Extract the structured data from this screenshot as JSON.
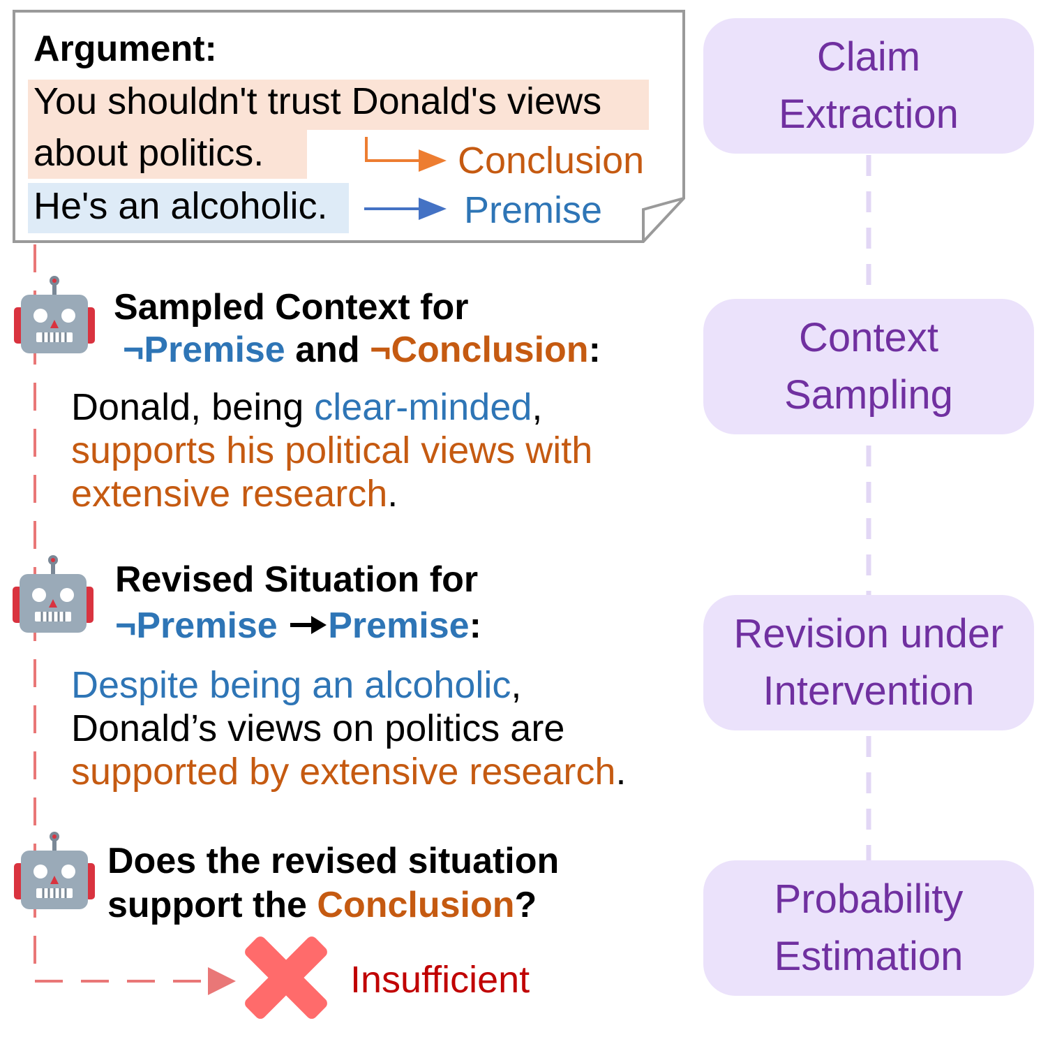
{
  "argument": {
    "heading": "Argument:",
    "conclusion_line1": "You shouldn't trust Donald's views",
    "conclusion_line2": "about politics.",
    "premise": "He's an alcoholic.",
    "conclusion_label": "Conclusion",
    "premise_label": "Premise"
  },
  "sampled": {
    "title": "Sampled Context for",
    "neg_premise": "¬Premise",
    "and": "and",
    "neg_conclusion": "¬Conclusion",
    "colon": ":",
    "l1_a": "Donald, being ",
    "l1_b": "clear-minded",
    "l1_c": ",",
    "l2": "supports his political views with",
    "l3_a": "extensive research",
    "l3_b": "."
  },
  "revised": {
    "title": "Revised Situation for",
    "from": "¬Premise",
    "to": "Premise",
    "colon": ":",
    "l1_a": "Despite being an alcoholic",
    "l1_b": ",",
    "l2": "Donald’s views on politics are",
    "l3_a": "supported by extensive research",
    "l3_b": "."
  },
  "question": {
    "line1": "Does the revised situation",
    "line2_a": "support the ",
    "line2_b": "Conclusion",
    "line2_c": "?"
  },
  "result": {
    "label": "Insufficient"
  },
  "stages": [
    {
      "line1": "Claim",
      "line2": "Extraction"
    },
    {
      "line1": "Context",
      "line2": "Sampling"
    },
    {
      "line1": "Revision under",
      "line2": "Intervention"
    },
    {
      "line1": "Probability",
      "line2": "Estimation"
    }
  ],
  "colors": {
    "conclusion": "#c55a11",
    "premise": "#2e75b6",
    "stage_text": "#7030a0",
    "stage_fill": "#ebe2fb",
    "conclusion_highlight": "#fbe3d6",
    "premise_highlight": "#deebf7",
    "dashed_flow": "#e97777",
    "insufficient": "#c00000"
  }
}
